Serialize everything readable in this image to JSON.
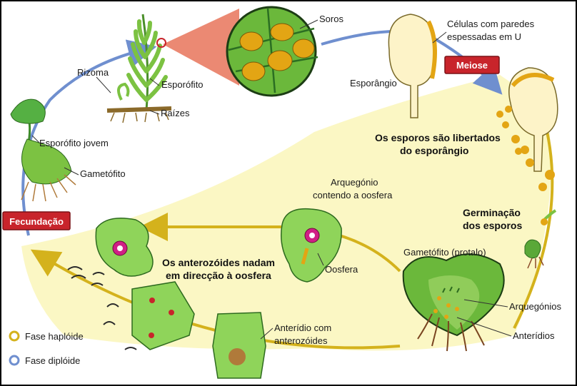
{
  "colors": {
    "haploid": "#d4b21c",
    "diploid": "#6f8fcf",
    "tag": "#c8242b",
    "plant_green": "#7cc242",
    "sorus": "#e3a514",
    "haploid_zone": "#fbf7c4"
  },
  "labels": {
    "soros": "Soros",
    "cell_walls_1": "Células com paredes",
    "cell_walls_2": "espessadas em U",
    "rizoma": "Rizoma",
    "esporofito": "Esporófito",
    "raizes": "Raízes",
    "esporangio": "Esporângio",
    "esporofito_jovem": "Esporófito jovem",
    "gametofito": "Gametófito",
    "spores_released_1": "Os esporos são libertados",
    "spores_released_2": "do esporângio",
    "arquegonio_1": "Arquegónio",
    "arquegonio_2": "contendo a oosfera",
    "germinacao_1": "Germinação",
    "germinacao_2": "dos esporos",
    "anterozoides_1": "Os anterozóides nadam",
    "anterozoides_2": "em direcção à oosfera",
    "oosfera": "Oosfera",
    "protalo": "Gametófito (protalo)",
    "arquegonios": "Arquegónios",
    "anteridios": "Anterídios",
    "anteridio_1": "Anterídio com",
    "anteridio_2": "anterozóides"
  },
  "tags": {
    "meiose": "Meiose",
    "fecundacao": "Fecundação"
  },
  "legend": {
    "haploid": "Fase haplóide",
    "diploid": "Fase diplóide"
  }
}
